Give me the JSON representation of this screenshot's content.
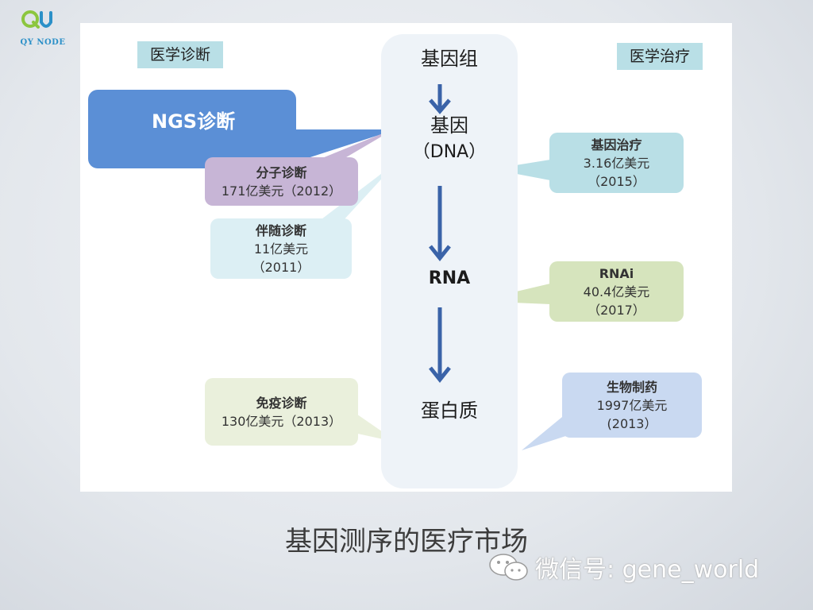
{
  "logo": {
    "text": "QY NODE"
  },
  "tags": {
    "left": "医学诊断",
    "right": "医学治疗"
  },
  "flow": {
    "genome": "基因组",
    "gene": "基因",
    "dna": "（DNA）",
    "rna": "RNA",
    "protein": "蛋白质"
  },
  "ngs": {
    "label": "NGS诊断"
  },
  "bubbles": {
    "molecular": {
      "title": "分子诊断",
      "value": "171亿美元（2012）",
      "color": "#c7b5d6"
    },
    "companion": {
      "title": "伴随诊断",
      "value": "11亿美元",
      "year": "（2011）",
      "color": "#dceff4"
    },
    "immuno": {
      "title": "免疫诊断",
      "value": "130亿美元（2013）",
      "color": "#eaf0dc"
    },
    "gene_therapy": {
      "title": "基因治疗",
      "value": "3.16亿美元",
      "year": "（2015）",
      "color": "#b9dfe6"
    },
    "rnai": {
      "title": "RNAi",
      "value": "40.4亿美元",
      "year": "（2017）",
      "color": "#d6e4bd"
    },
    "biopharma": {
      "title": "生物制药",
      "value": "1997亿美元",
      "year": "(2013）",
      "color": "#c9d9f1"
    }
  },
  "colors": {
    "arrow": "#3a63a8",
    "ngs": "#5b8fd6"
  },
  "footer": {
    "title": "基因测序的医疗市场"
  },
  "watermark": {
    "text": "微信号: gene_world",
    "icon": "wechat-icon"
  }
}
